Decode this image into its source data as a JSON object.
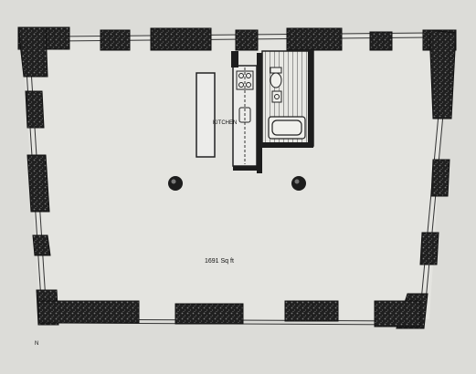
{
  "plan": {
    "kitchen_label": "KITCHEN",
    "area_label": "1691 Sq ft",
    "corner_mark": "N"
  },
  "colors": {
    "paper": "#dcdcd8",
    "floor": "#e6e6e2",
    "wall": "#1d1d1d",
    "wall_texture": "#6a6a6a",
    "line": "#222222"
  },
  "icons": [
    "column-icon",
    "sink-icon",
    "stove-icon",
    "toilet-icon",
    "bathtub-icon",
    "vanity-icon"
  ]
}
